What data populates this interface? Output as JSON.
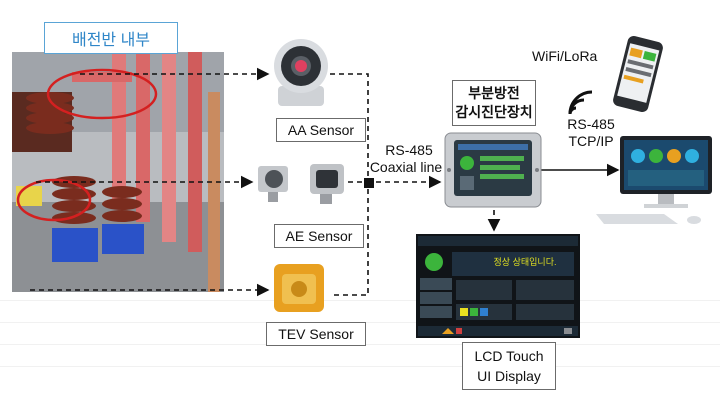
{
  "panel": {
    "title": "배전반 내부"
  },
  "sensors": {
    "aa": "AA Sensor",
    "ae": "AE Sensor",
    "tev": "TEV Sensor"
  },
  "link_left": {
    "line1": "RS-485",
    "line2": "Coaxial line"
  },
  "monitor_unit": {
    "line1": "부분방전",
    "line2": "감시진단장치"
  },
  "link_right": {
    "line1": "RS-485",
    "line2": "TCP/IP"
  },
  "wireless": {
    "label": "WiFi/LoRa"
  },
  "lcd": {
    "line1": "LCD Touch",
    "line2": "UI Display",
    "screen_status": "정상 상태입니다."
  },
  "colors": {
    "highlight_ellipse": "#d42020",
    "panel_title_border": "#5aa4d6",
    "panel_title_text": "#2f86c8",
    "insulator": "#7a2c1e",
    "insulator_base": "#2a52c8",
    "busbar": "#e07a7a",
    "tev_sensor": "#e8a020",
    "lcd_green": "#3cb43c",
    "lcd_status_text": "#e0e020"
  }
}
